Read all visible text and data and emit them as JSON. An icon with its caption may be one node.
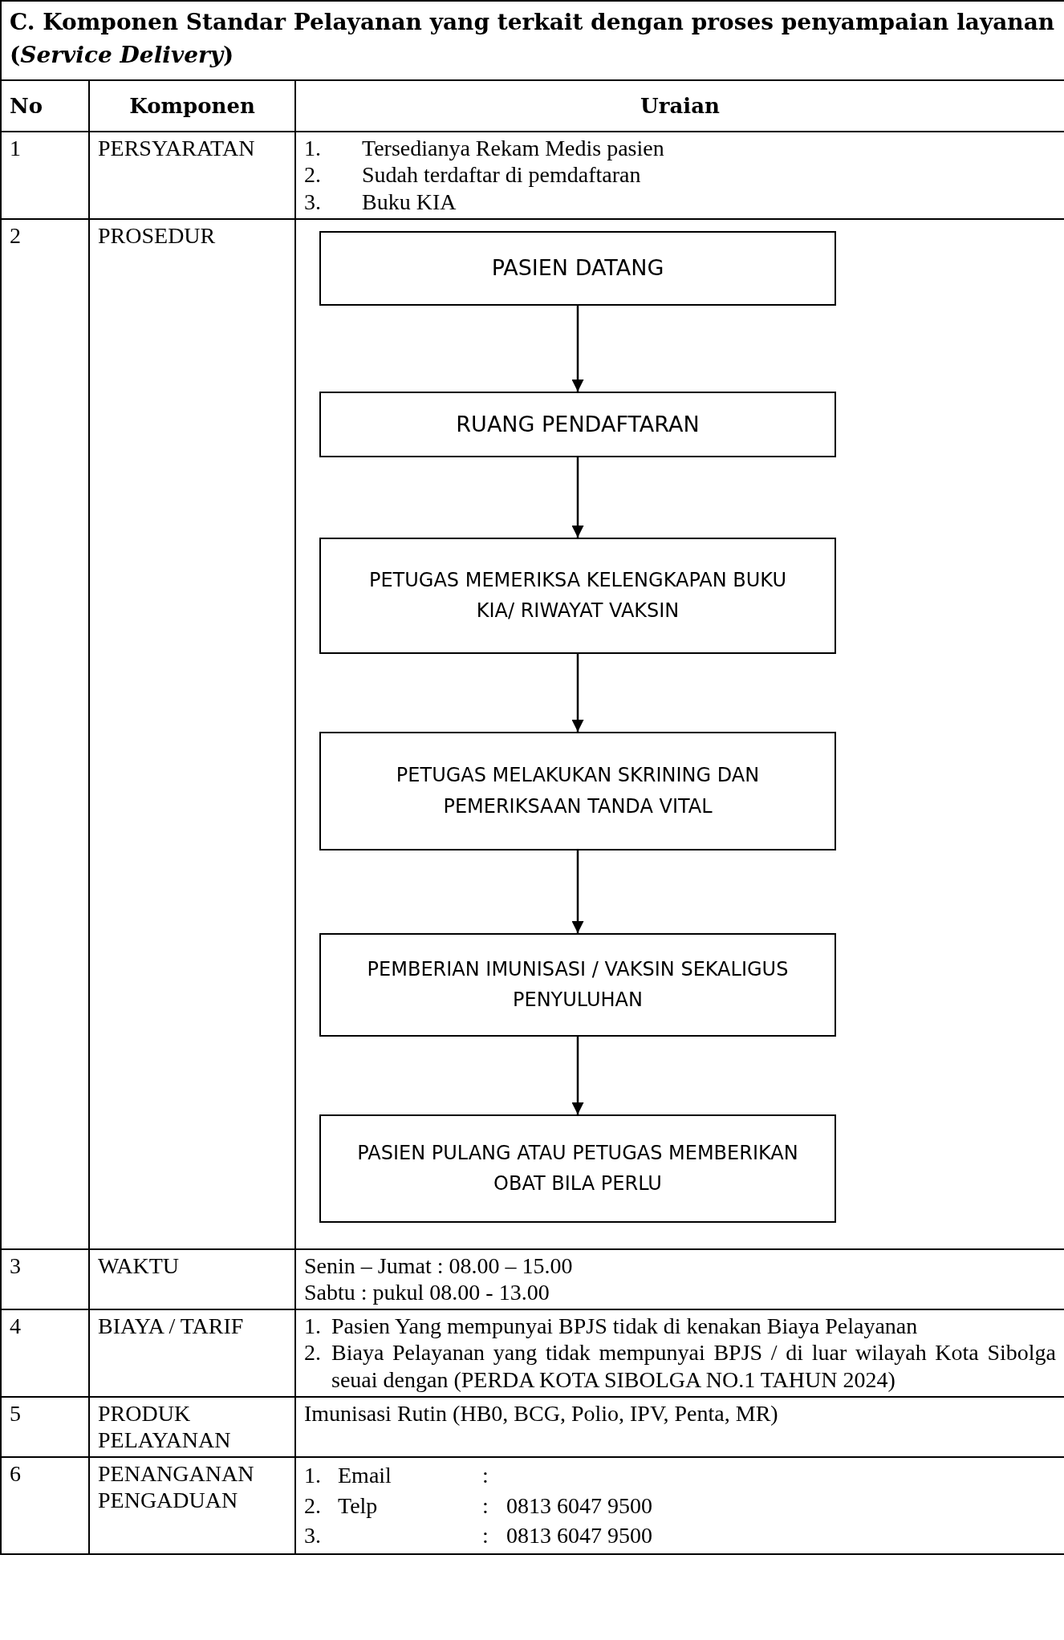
{
  "diagram": {
    "title": "C. Komponen Standar Pelayanan yang terkait dengan proses penyampaian layanan (*Service Delivery*)",
    "nodes": [
      {
        "text": [
          "PASIEN DATANG"
        ]
      },
      {
        "text": [
          "RUANG PENDAFTARAN"
        ]
      },
      {
        "text": [
          "PETUGAS MEMERIKSA KELENGKAPAN BUKU KIA/ RIWAYAT VAKSIN"
        ]
      },
      {
        "text": [
          "PETUGAS MELAKUKAN SKRINING DAN PEMERIKSAAN TANDA VITAL"
        ]
      },
      {
        "text": [
          "PEMBERIAN IMUNISASI / VAKSIN SEKALIGUS PENYULUHAN"
        ]
      },
      {
        "text": [
          "PASIEN PULANG ATAU PETUGAS MEMBERIKAN OBAT BILA PERLU"
        ]
      }
    ],
    "edges": [
      {
        "from": 0,
        "to": 1,
        "arrow": "to"
      },
      {
        "from": 1,
        "to": 2,
        "arrow": "to"
      },
      {
        "from": 2,
        "to": 3,
        "arrow": "to"
      },
      {
        "from": 3,
        "to": 4,
        "arrow": "to"
      },
      {
        "from": 4,
        "to": 5,
        "arrow": "to"
      }
    ],
    "labels": [
      "No",
      "Komponen",
      "Uraian",
      "1",
      "PERSYARATAN",
      "1.",
      "Tersedianya Rekam Medis pasien",
      "2.",
      "Sudah terdaftar di pemdaftaran",
      "3.",
      "Buku KIA",
      "2",
      "PROSEDUR",
      "3",
      "WAKTU",
      "Senin – Jumat : 08.00 – 15.00",
      "Sabtu : pukul 08.00 - 13.00",
      "4",
      "BIAYA / TARIF",
      "1.",
      "Pasien Yang mempunyai BPJS tidak di kenakan Biaya Pelayanan",
      "2.",
      "Biaya Pelayanan yang tidak mempunyai BPJS / di luar wilayah Kota Sibolga seuai dengan (PERDA KOTA SIBOLGA NO.1 TAHUN 2024)",
      "5",
      "PRODUK PELAYANAN",
      "Imunisasi Rutin (HB0, BCG, Polio, IPV, Penta, MR)",
      "6",
      "PENANGANAN PENGADUAN",
      "1.",
      "Email",
      ":",
      "2.",
      "Telp",
      ":",
      "0813 6047 9500",
      "3.",
      ":",
      "0813 6047 9500"
    ]
  }
}
